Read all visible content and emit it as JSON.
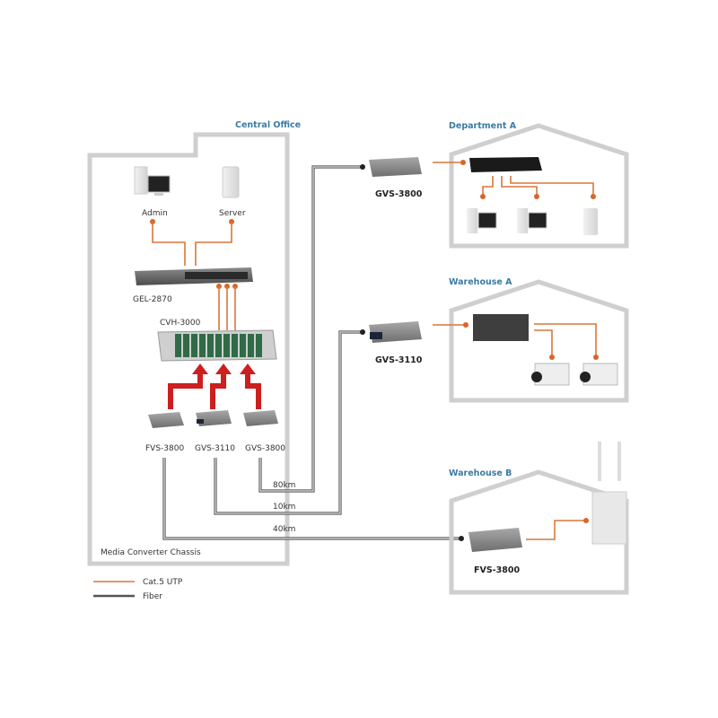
{
  "diagram": {
    "zones": {
      "central_office": {
        "title": "Central Office",
        "footer": "Media Converter Chassis"
      },
      "department_a": {
        "title": "Department A"
      },
      "warehouse_a": {
        "title": "Warehouse A"
      },
      "warehouse_b": {
        "title": "Warehouse B"
      }
    },
    "devices": {
      "admin": "Admin",
      "server": "Server",
      "switch": "GEL-2870",
      "chassis": "CVH-3000",
      "conv1": "FVS-3800",
      "conv2": "GVS-3110",
      "conv3": "GVS-3800",
      "remote_dept_a": "GVS-3800",
      "remote_wh_a": "GVS-3110",
      "remote_wh_b": "FVS-3800"
    },
    "links": {
      "dept_a_distance": "80km",
      "wh_a_distance": "10km",
      "wh_b_distance": "40km"
    },
    "legend": {
      "cat5": "Cat.5 UTP",
      "fiber": "Fiber",
      "cat5_color": "#d9773a",
      "fiber_color": "#555555"
    },
    "colors": {
      "title": "#3a7ca5",
      "border": "#cfcfcf",
      "arrow": "#cc1f1f"
    }
  }
}
